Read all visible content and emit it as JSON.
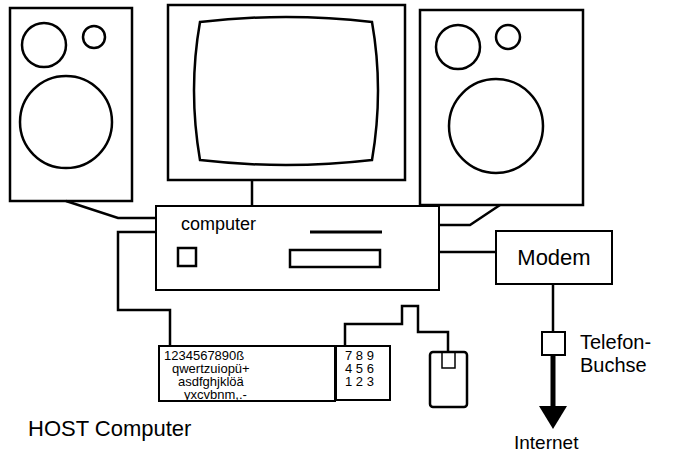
{
  "diagram": {
    "nodes": [
      {
        "text": [
          "computer"
        ]
      },
      {
        "text": [
          "Modem"
        ]
      },
      {
        "text": [
          "Telefon- Buchse"
        ]
      },
      {
        "text": [
          "1234567890ß",
          "qwertzuiopü+",
          "asdfghjklöä",
          "yxcvbnm,.-"
        ]
      },
      {
        "text": [
          "7 8 9",
          "4 5 6",
          "1 2 3"
        ]
      }
    ],
    "edges": [
      {
        "from": 0,
        "to": 3,
        "arrow": "none"
      },
      {
        "from": 0,
        "to": 1,
        "arrow": "none"
      },
      {
        "from": 1,
        "to": 2,
        "arrow": "none"
      }
    ],
    "labels": [
      "HOST Computer",
      "Internet"
    ]
  }
}
